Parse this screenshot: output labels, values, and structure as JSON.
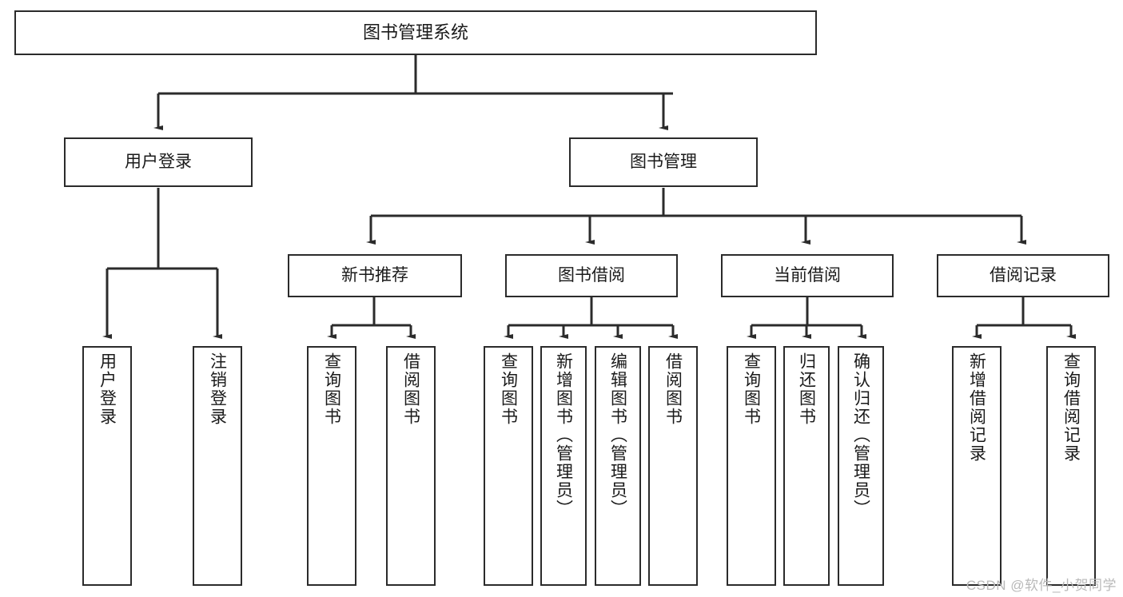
{
  "diagram": {
    "title": "图书管理系统",
    "type": "tree-hierarchy-diagram",
    "root": {
      "label": "图书管理系统"
    },
    "level1": [
      {
        "label": "用户登录"
      },
      {
        "label": "图书管理"
      }
    ],
    "level2_book_management": [
      {
        "label": "新书推荐"
      },
      {
        "label": "图书借阅"
      },
      {
        "label": "当前借阅"
      },
      {
        "label": "借阅记录"
      }
    ],
    "leaves_user_login": [
      {
        "label": "用户登录"
      },
      {
        "label": "注销登录"
      }
    ],
    "leaves_new_book": [
      {
        "label": "查询图书"
      },
      {
        "label": "借阅图书"
      }
    ],
    "leaves_book_borrow": [
      {
        "label": "查询图书"
      },
      {
        "label": "新增图书（管理员）"
      },
      {
        "label": "编辑图书（管理员）"
      },
      {
        "label": "借阅图书"
      }
    ],
    "leaves_current_borrow": [
      {
        "label": "查询图书"
      },
      {
        "label": "归还图书"
      },
      {
        "label": "确认归还（管理员）"
      }
    ],
    "leaves_borrow_record": [
      {
        "label": "新增借阅记录"
      },
      {
        "label": "查询借阅记录"
      }
    ]
  },
  "watermark": {
    "text": "CSDN @软件_小贺同学"
  },
  "colors": {
    "stroke": "#2b2b2b",
    "background": "#ffffff",
    "text": "#1a1a1a",
    "watermark": "#b9b9b9"
  }
}
